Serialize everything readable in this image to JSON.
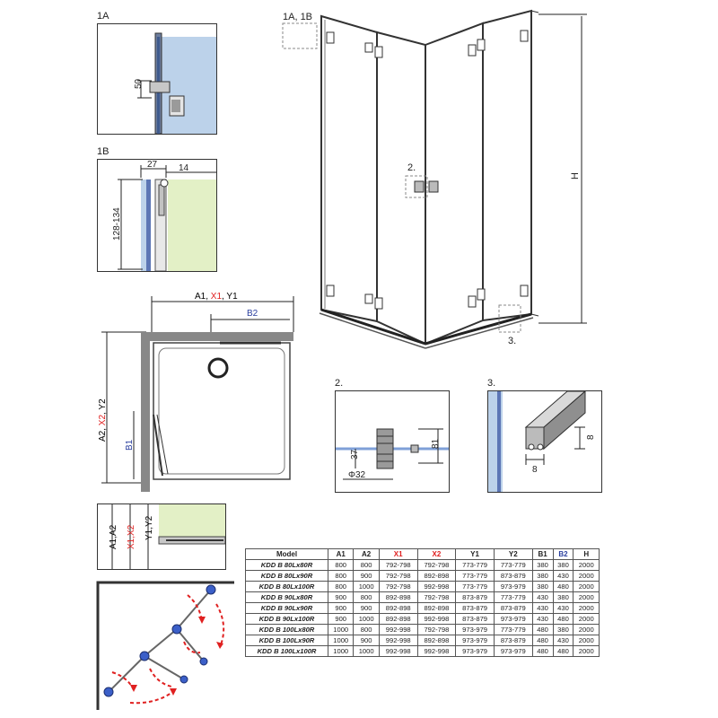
{
  "labels": {
    "d1a": "1A",
    "d1b": "1B",
    "main_callout": "1A, 1B",
    "callout_2": "2.",
    "callout_3": "3.",
    "h": "H",
    "detail2": "2.",
    "detail3": "3."
  },
  "dims": {
    "d1a_50": "50",
    "d1b_27": "27",
    "d1b_14": "14",
    "d1b_128": "128-134",
    "top_a1": "A1, ",
    "top_x1": "X1",
    "top_y1": ", Y1",
    "top_b2": "B2",
    "left_a2": "A2, ",
    "left_x2": "X2",
    "left_y2": ", Y2",
    "left_b1": "B1",
    "d2_37": "37",
    "d2_81": "81",
    "d2_phi": "Φ32",
    "d3_8a": "8",
    "d3_8b": "8",
    "sm_a": "A1,A2",
    "sm_x": "X1,X2",
    "sm_y": "Y1,Y2"
  },
  "table": {
    "headers": [
      "Model",
      "A1",
      "A2",
      "X1",
      "X2",
      "Y1",
      "Y2",
      "B1",
      "B2",
      "H"
    ],
    "header_colors": [
      "#222222",
      "#222222",
      "#222222",
      "#e02020",
      "#e02020",
      "#222222",
      "#222222",
      "#222222",
      "#2a3f9e",
      "#222222"
    ],
    "rows": [
      [
        "KDD B 80Lx80R",
        "800",
        "800",
        "792-798",
        "792-798",
        "773-779",
        "773-779",
        "380",
        "380",
        "2000"
      ],
      [
        "KDD B 80Lx90R",
        "800",
        "900",
        "792-798",
        "892-898",
        "773-779",
        "873-879",
        "380",
        "430",
        "2000"
      ],
      [
        "KDD B 80Lx100R",
        "800",
        "1000",
        "792-798",
        "992-998",
        "773-779",
        "973-979",
        "380",
        "480",
        "2000"
      ],
      [
        "KDD B 90Lx80R",
        "900",
        "800",
        "892-898",
        "792-798",
        "873-879",
        "773-779",
        "430",
        "380",
        "2000"
      ],
      [
        "KDD B 90Lx90R",
        "900",
        "900",
        "892-898",
        "892-898",
        "873-879",
        "873-879",
        "430",
        "430",
        "2000"
      ],
      [
        "KDD B 90Lx100R",
        "900",
        "1000",
        "892-898",
        "992-998",
        "873-879",
        "973-979",
        "430",
        "480",
        "2000"
      ],
      [
        "KDD B 100Lx80R",
        "1000",
        "800",
        "992-998",
        "792-798",
        "973-979",
        "773-779",
        "480",
        "380",
        "2000"
      ],
      [
        "KDD B 100Lx90R",
        "1000",
        "900",
        "992-998",
        "892-898",
        "973-979",
        "873-879",
        "480",
        "430",
        "2000"
      ],
      [
        "KDD B 100Lx100R",
        "1000",
        "1000",
        "992-998",
        "992-998",
        "973-979",
        "973-979",
        "480",
        "480",
        "2000"
      ]
    ]
  },
  "colors": {
    "glass": "#9fb3d8",
    "wall_tint": "#e3f0c6",
    "red_accent": "#e02020",
    "blue_accent": "#2a3f9e"
  }
}
